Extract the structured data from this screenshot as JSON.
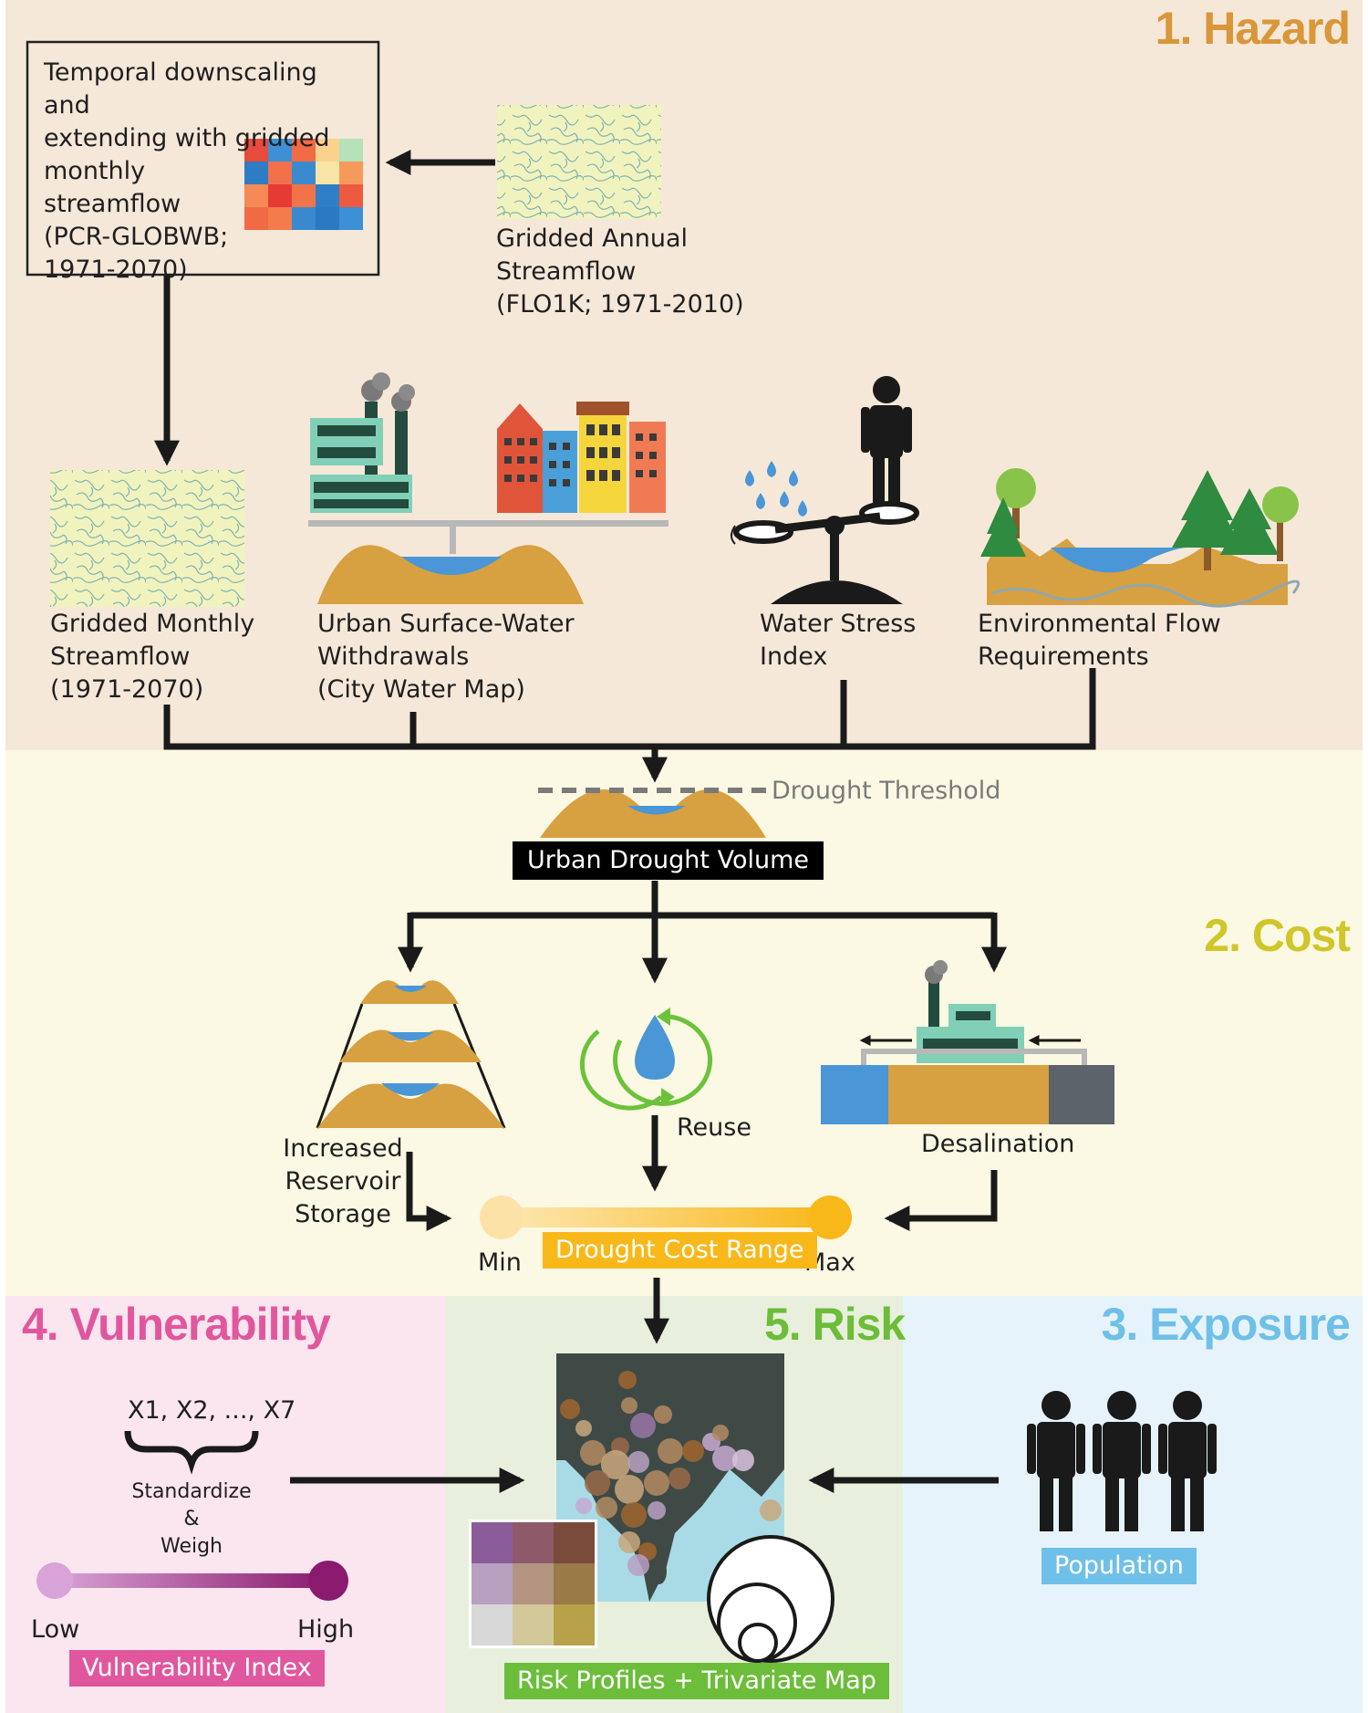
{
  "sections": {
    "hazard": {
      "title": "1. Hazard",
      "color": "#d9963a",
      "bg": "#f6e8d8"
    },
    "cost": {
      "title": "2. Cost",
      "color": "#cfc62a",
      "bg": "#fbf8e3"
    },
    "exposure": {
      "title": "3. Exposure",
      "color": "#6fc0e8",
      "bg": "#e7f3fb"
    },
    "vulnerability": {
      "title": "4. Vulnerability",
      "color": "#e0579e",
      "bg": "#fbe5ef"
    },
    "risk": {
      "title": "5. Risk",
      "color": "#6cbd3a",
      "bg": "#e8f0dd"
    }
  },
  "hazard": {
    "downscaling_box": [
      "Temporal downscaling and",
      "extending with gridded",
      "monthly",
      "streamflow",
      "(PCR-GLOBWB;",
      "1971-2070)"
    ],
    "annual_streamflow": [
      "Gridded Annual",
      "Streamflow",
      "(FLO1K; 1971-2010)"
    ],
    "monthly_streamflow": [
      "Gridded Monthly",
      "Streamflow",
      "(1971-2070)"
    ],
    "withdrawals": [
      "Urban Surface-Water",
      "Withdrawals",
      "(City Water Map)"
    ],
    "water_stress": [
      "Water Stress",
      "Index"
    ],
    "env_flow": [
      "Environmental Flow",
      "Requirements"
    ],
    "drought_threshold": "Drought Threshold",
    "drought_volume": "Urban Drought Volume"
  },
  "cost": {
    "reservoir": [
      "Increased",
      "Reservoir",
      "Storage"
    ],
    "reuse": "Reuse",
    "desalination": "Desalination",
    "range_label": "Drought Cost Range",
    "min": "Min",
    "max": "Max"
  },
  "vulnerability": {
    "variables": "X1, X2, ..., X7",
    "steps": [
      "Standardize",
      "&",
      "Weigh"
    ],
    "low": "Low",
    "high": "High",
    "index_label": "Vulnerability Index"
  },
  "risk": {
    "output_label": "Risk Profiles + Trivariate Map"
  },
  "exposure": {
    "population_label": "Population"
  }
}
